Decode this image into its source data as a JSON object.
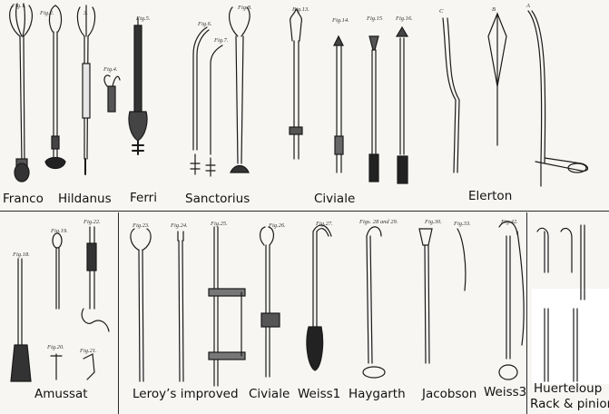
{
  "labels": {
    "franco": "Franco",
    "hildanus": "Hildanus",
    "ferri": "Ferri",
    "sanctorius": "Sanctorius",
    "civiale_top": "Civiale",
    "elerton": "Elerton",
    "amussat": "Amussat",
    "leroy": "Leroy’s improved",
    "civiale_bottom": "Civiale",
    "weiss1": "Weiss1",
    "haygarth": "Haygarth",
    "jacobson": "Jacobson",
    "weiss3": "Weiss3",
    "heurteloup_line1": "Huerteloup",
    "heurteloup_line2": "Rack & pinion"
  },
  "fig_captions": {
    "f1": "Fig.1.",
    "f2": "Fig.2.",
    "f3": "3.",
    "f4": "Fig.4.",
    "f5": "Fig.5.",
    "f6": "Fig.6.",
    "f7": "Fig.7.",
    "f8": "Fig.8.",
    "f13": "Fig.13.",
    "f14": "Fig.14.",
    "f15": "Fig.15",
    "f16": "Fig.16.",
    "c": "C",
    "b": "B",
    "a": "A",
    "f18": "Fig.18.",
    "f19": "Fig.19.",
    "f20": "Fig.20.",
    "f21": "Fig.21.",
    "f22": "Fig.22.",
    "f23": "Fig.23.",
    "f24": "Fig.24.",
    "f25": "Fig.25.",
    "f26": "Fig.26.",
    "f27": "Fig.27.",
    "f2829": "Figs. 28 and 29.",
    "f30": "Fig.30.",
    "f33": "Fig.33.",
    "f42": "Fig.42."
  },
  "colors": {
    "ink": "#1a1a1a",
    "paper": "#f7f6f3",
    "label_text": "#111111"
  }
}
